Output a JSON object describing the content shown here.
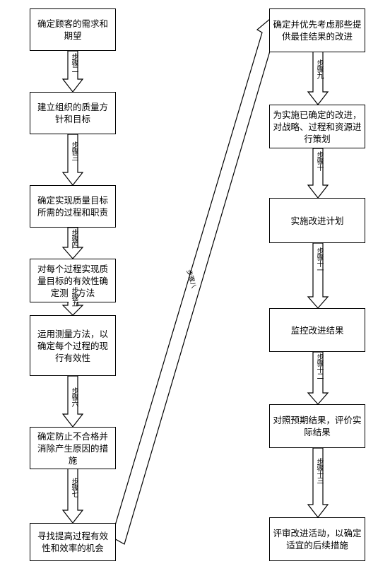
{
  "left_column": [
    {
      "id": "s1",
      "text": "确定顾客的需求和期望"
    },
    {
      "id": "s2",
      "text": "建立组织的质量方针和目标"
    },
    {
      "id": "s3",
      "text": "确定实现质量目标所需的过程和职责"
    },
    {
      "id": "s4",
      "text": "对每个过程实现质量目标的有效性确定测量方法"
    },
    {
      "id": "s5",
      "text": "运用测量方法，以确定每个过程的现行有效性"
    },
    {
      "id": "s6",
      "text": "确定防止不合格并消除产生原因的措施"
    },
    {
      "id": "s7",
      "text": "寻找提高过程有效性和效率的机会"
    }
  ],
  "right_column": [
    {
      "id": "s8",
      "text": "确定并优先考虑那些提供最佳结果的改进"
    },
    {
      "id": "s9",
      "text": "为实施已确定的改进，对战略、过程和资源进行策划"
    },
    {
      "id": "s10",
      "text": "实施改进计划"
    },
    {
      "id": "s11",
      "text": "监控改进结果"
    },
    {
      "id": "s12",
      "text": "对照预期结果，评价实际结果"
    },
    {
      "id": "s13",
      "text": "评审改进活动，以确定适宜的后续措施"
    }
  ],
  "arrow_labels": {
    "a2": "步骤二",
    "a3": "步骤三",
    "a4": "步骤四",
    "a5": "步骤五",
    "a6": "步骤六",
    "a7": "步骤七",
    "a8": "步骤八",
    "a9": "步骤九",
    "a10": "步骤十",
    "a11": "步骤十一",
    "a12": "步骤十二",
    "a13": "步骤十三"
  }
}
